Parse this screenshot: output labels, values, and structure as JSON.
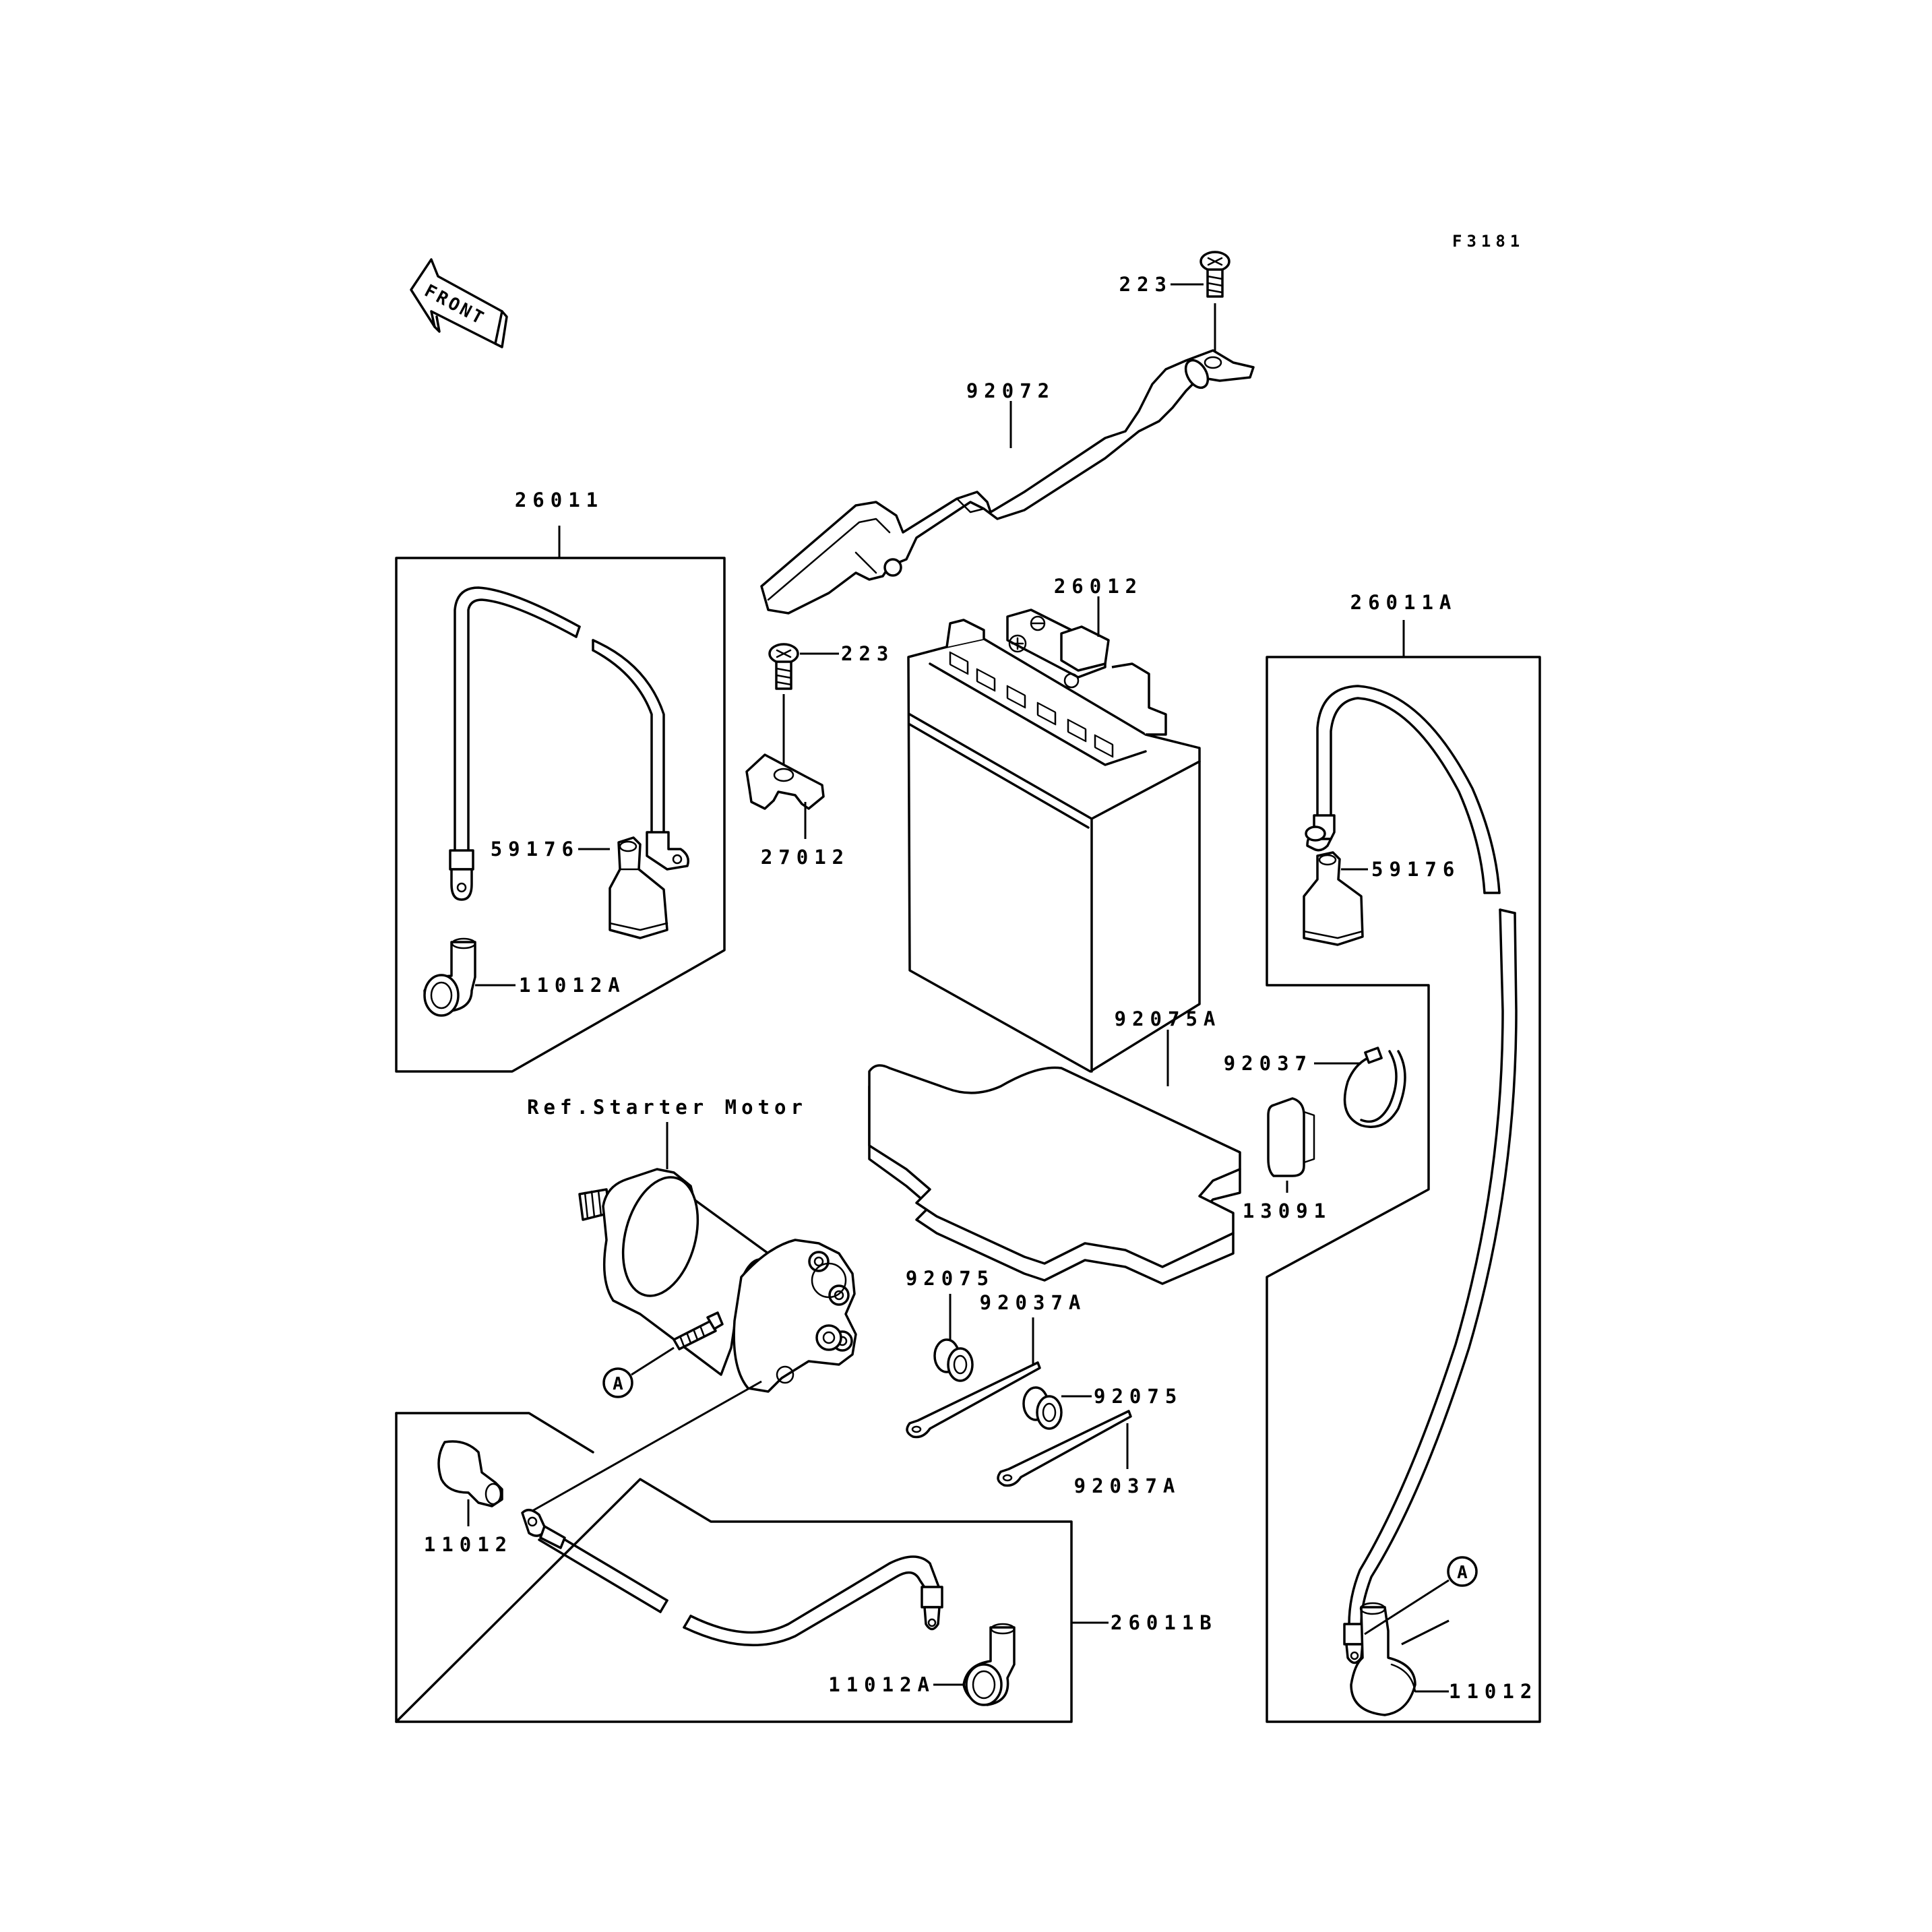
{
  "figure_id": "F3181",
  "front_label": "FRONT",
  "ref_starter_motor": "Ref.Starter Motor",
  "ref_marker": "A",
  "parts": {
    "bolt_223": "223",
    "strap_92072": "92072",
    "cable_26011": "26011",
    "battery_26012": "26012",
    "cable_26011A": "26011A",
    "holder_27012": "27012",
    "cap_59176": "59176",
    "boot_11012A": "11012A",
    "pad_92075A": "92075A",
    "band_92037": "92037",
    "cover_13091": "13091",
    "grommet_92075": "92075",
    "clamp_92037A": "92037A",
    "boot_11012": "11012",
    "cable_26011B": "26011B"
  }
}
